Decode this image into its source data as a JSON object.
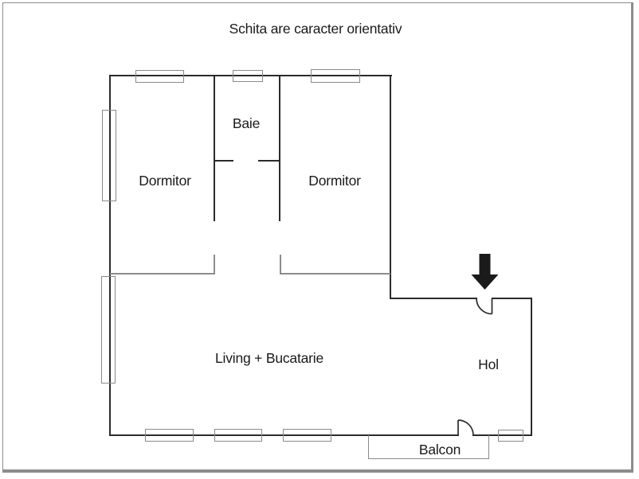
{
  "title": "Schita are caracter orientativ",
  "rooms": {
    "dormitor_left": "Dormitor",
    "baie": "Baie",
    "dormitor_right": "Dormitor",
    "living": "Living + Bucatarie",
    "hol": "Hol",
    "balcon": "Balcon"
  },
  "icons": {
    "entrance_arrow": "down-arrow"
  },
  "colors": {
    "background": "#ffffff",
    "wall": "#2b2b2b",
    "light_wall": "#8c8c8c",
    "window": "#8a8a8a",
    "text": "#1a1a1a",
    "arrow": "#1a1a1a",
    "frame": "#8c8c8c"
  }
}
